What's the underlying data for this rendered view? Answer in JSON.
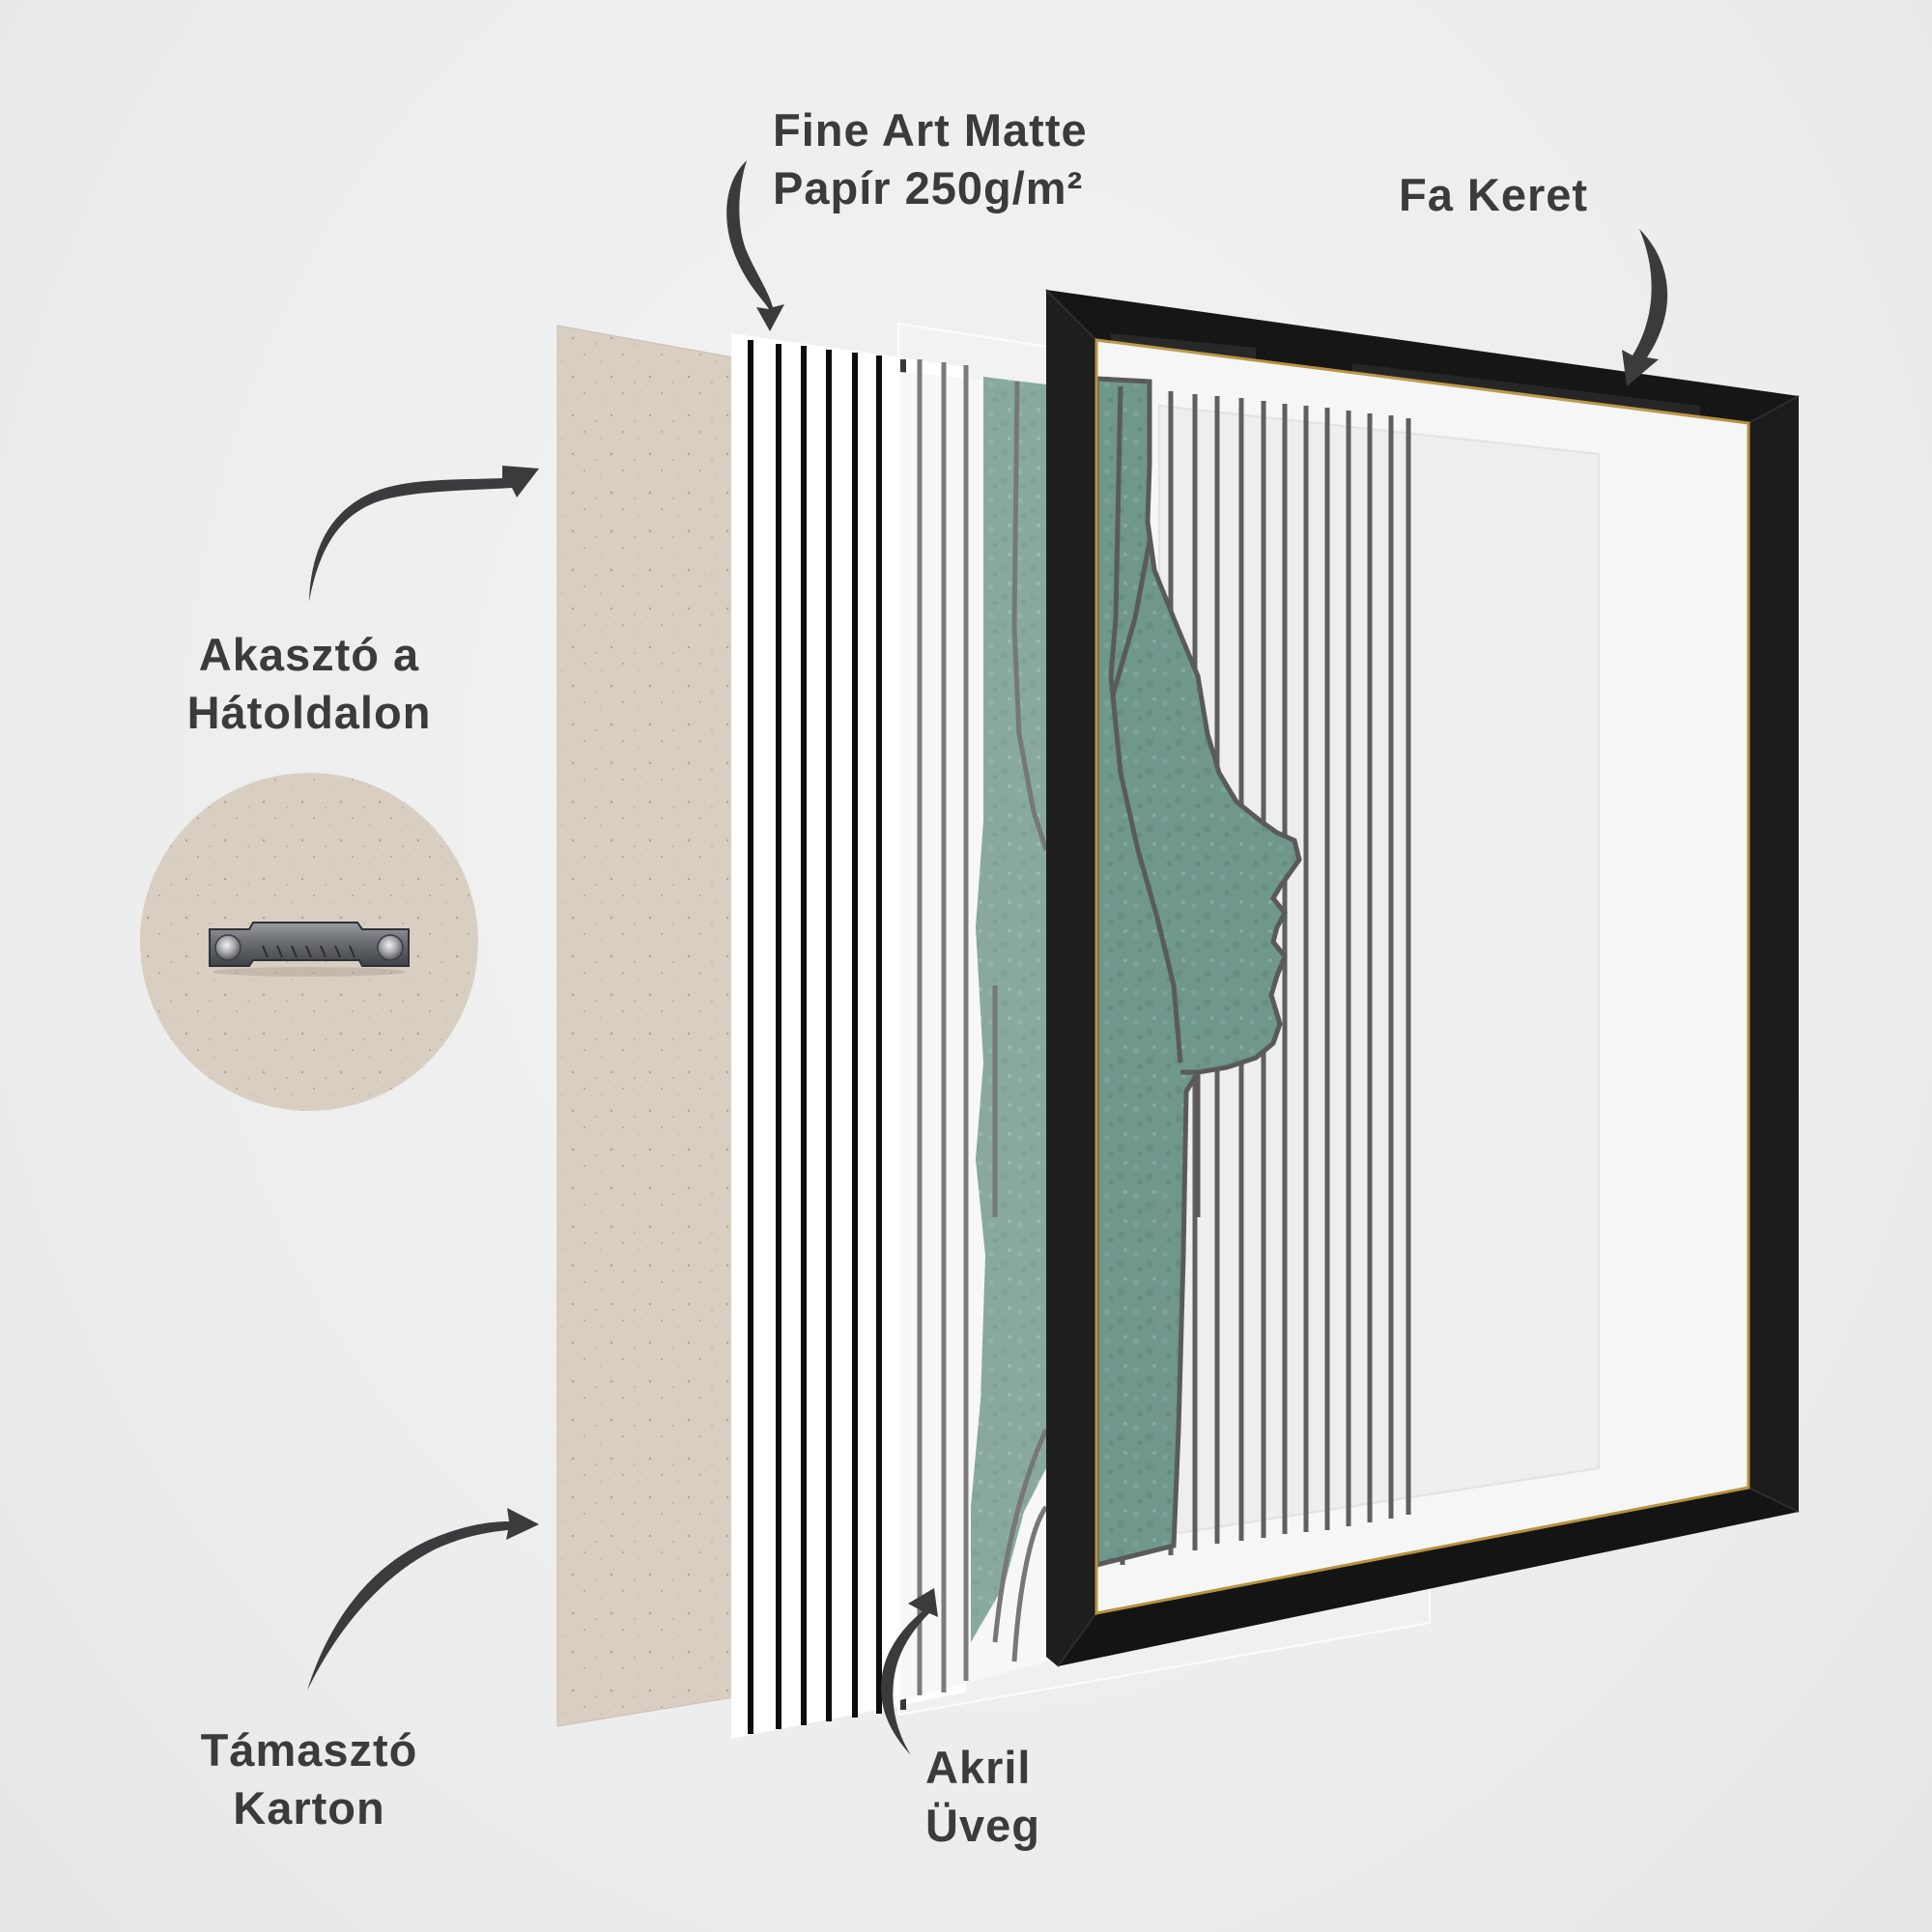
{
  "infographic": {
    "subject": "exploded-view picture frame components",
    "colors": {
      "background": "#efefef",
      "label_text": "#3b3b3d",
      "arrow": "#3b3b3d",
      "cardboard": "#d8cfc2",
      "frame": "#1a1a1a",
      "frame_inner_edge": "#b8923f",
      "artwork_green": "#6f978c",
      "artwork_outline": "#5a5a5a",
      "stripe_black": "#0d0d0d",
      "stripe_gray": "#5f5f5f",
      "mat_white": "#f7f7f7"
    },
    "labels": {
      "paper": {
        "line1": "Fine Art Matte",
        "line2": "Papír 250g/m²"
      },
      "frame": {
        "line1": "Fa Keret"
      },
      "hanger": {
        "line1": "Akasztó a",
        "line2": "Hátoldalon"
      },
      "backing": {
        "line1": "Támasztó",
        "line2": "Karton"
      },
      "acrylic": {
        "line1": "Akril",
        "line2": "Üveg"
      }
    },
    "layers": [
      {
        "id": "backing-cardboard",
        "name": "Támasztó Karton"
      },
      {
        "id": "art-paper",
        "name": "Fine Art Matte Papír 250g/m²"
      },
      {
        "id": "acrylic-glass",
        "name": "Akril Üveg"
      },
      {
        "id": "wooden-frame",
        "name": "Fa Keret"
      }
    ],
    "hanger_detail": {
      "name": "Akasztó a Hátoldalon",
      "type": "sawtooth hanger",
      "teeth": 7
    }
  }
}
